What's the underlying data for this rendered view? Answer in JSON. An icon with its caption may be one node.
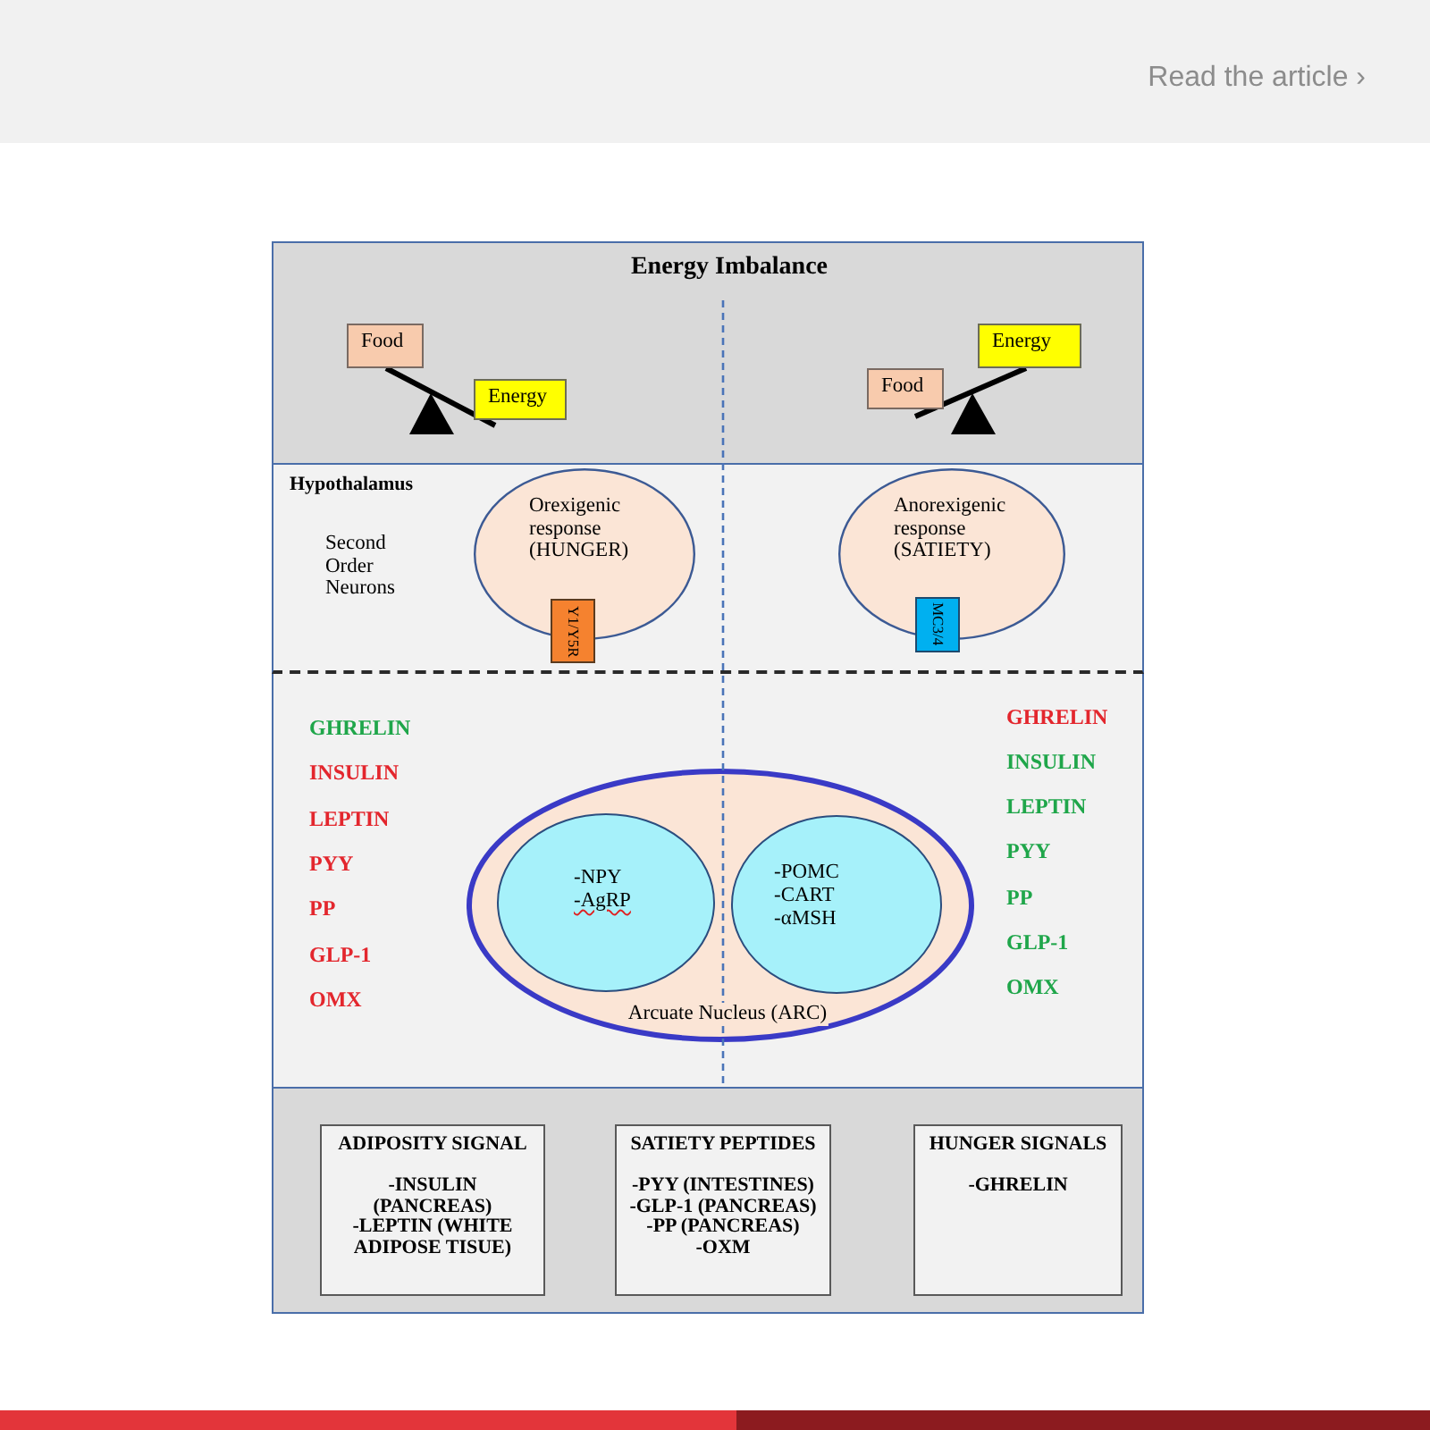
{
  "diagram": {
    "nodes": [
      {
        "text": [
          "Energy Imbalance"
        ]
      },
      {
        "text": [
          "Food"
        ],
        "in": 0
      },
      {
        "text": [
          "Energy"
        ],
        "in": 0
      },
      {
        "text": [
          "Food"
        ],
        "in": 0
      },
      {
        "text": [
          "Energy"
        ],
        "in": 0
      },
      {
        "text": [
          "Hypothalamus",
          "Second Order Neurons"
        ]
      },
      {
        "text": [
          "Orexigenic response (HUNGER)"
        ],
        "in": 5
      },
      {
        "text": [
          "Y1/Y5R"
        ],
        "in": 5
      },
      {
        "text": [
          "Anorexigenic response (SATIETY)"
        ],
        "in": 5
      },
      {
        "text": [
          "MC3/4"
        ],
        "in": 5
      },
      {
        "text": [],
        "shape": "box"
      },
      {
        "text": [
          "Arcuate Nucleus (ARC)"
        ],
        "in": 10
      },
      {
        "text": [
          "-NPY",
          "-AgRP"
        ],
        "in": 11
      },
      {
        "text": [
          "-POMC",
          "-CART",
          "-αMSH"
        ],
        "in": 11
      },
      {
        "text": [],
        "shape": "box"
      },
      {
        "text": [
          "ADIPOSITY SIGNAL",
          "-INSULIN (PANCREAS)",
          "-LEPTIN (WHITE ADIPOSE TISUE)"
        ],
        "in": 14
      },
      {
        "text": [
          "SATIETY PEPTIDES",
          "-PYY (INTESTINES)",
          "-GLP-1 (PANCREAS)",
          "-PP (PANCREAS)",
          "-OXM"
        ],
        "in": 14
      },
      {
        "text": [
          "HUNGER SIGNALS",
          "-GHRELIN"
        ],
        "in": 14
      }
    ],
    "labels": [
      "Read the article ›",
      "GHRELIN",
      "INSULIN",
      "LEPTIN",
      "PYY",
      "PP",
      "GLP-1",
      "OMX",
      "GHRELIN",
      "INSULIN",
      "LEPTIN",
      "PYY",
      "PP",
      "GLP-1",
      "OMX"
    ]
  }
}
